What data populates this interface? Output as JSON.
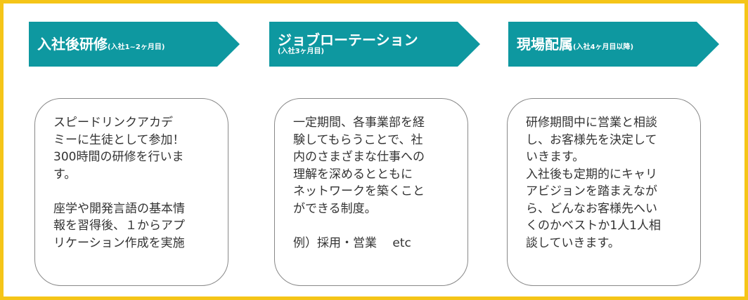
{
  "steps": [
    {
      "title": "入社後研修",
      "sub": "(入社1~2ヶ月目)",
      "lines": [
        "スピードリンクアカデ",
        "ミーに生徒として参加！",
        "300時間の研修を行いま",
        "す。",
        "",
        "座学や開発言語の基本情",
        "報を習得後、１からアプ",
        "リケーション作成を実施"
      ]
    },
    {
      "title": "ジョブローテーション",
      "sub": "(入社3ヶ月目)",
      "lines": [
        "一定期間、各事業部を経",
        "験してもらうことで、社",
        "内のさまざまな仕事への",
        "理解を深めるとともに",
        "ネットワークを築くこと",
        "ができる制度。",
        "",
        "例）採用・営業　 etc"
      ]
    },
    {
      "title": "現場配属",
      "sub": "(入社4ヶ月目以降)",
      "lines": [
        "研修期間中に営業と相談",
        "し、お客様先を決定して",
        "いきます。",
        "入社後も定期的にキャリ",
        "アビジョンを踏まえなが",
        "ら、どんなお客様先へい",
        "くのかベストか1人1人相",
        "談していきます。"
      ]
    }
  ],
  "colors": {
    "frame": "#f5c518",
    "arrow": "#0e98a0",
    "text": "#333333",
    "box_border": "#888888"
  }
}
